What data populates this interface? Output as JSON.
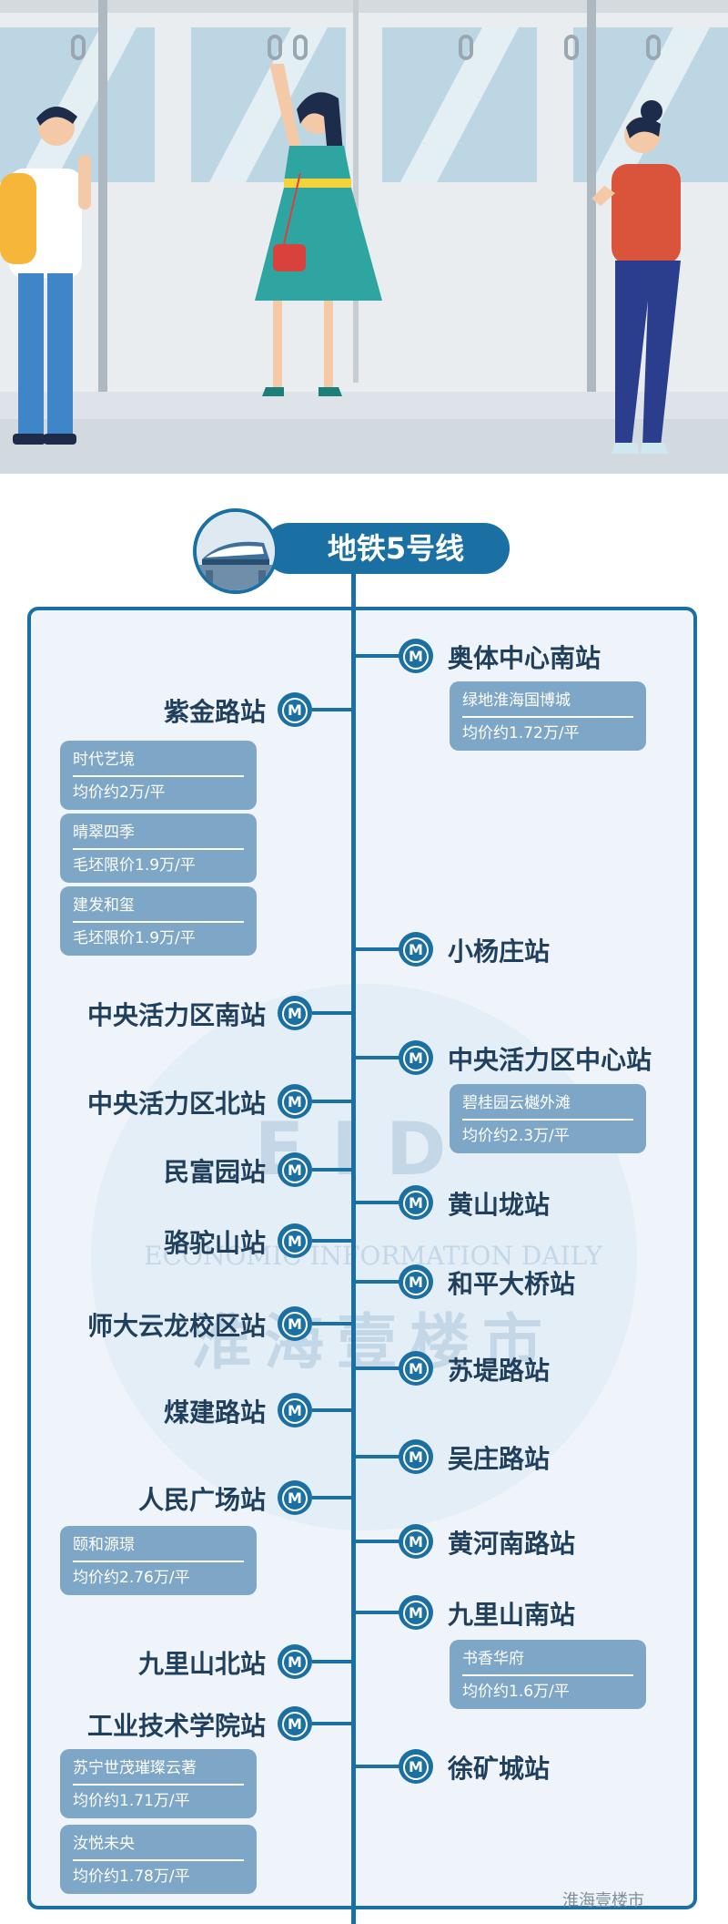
{
  "title": "地铁5号线",
  "watermark": {
    "letters": "EID",
    "english": "ECONOMIC INFORMATION DAILY",
    "chinese": "淮海壹楼市"
  },
  "footer": "淮海壹楼市",
  "metro_logo": "M",
  "left_stations": [
    {
      "name": "紫金路站",
      "cards": [
        {
          "name": "时代艺境",
          "price": "均价约2万/平"
        },
        {
          "name": "晴翠四季",
          "price": "毛坯限价1.9万/平"
        },
        {
          "name": "建发和玺",
          "price": "毛坯限价1.9万/平"
        }
      ]
    },
    {
      "name": "中央活力区南站",
      "cards": []
    },
    {
      "name": "中央活力区北站",
      "cards": []
    },
    {
      "name": "民富园站",
      "cards": []
    },
    {
      "name": "骆驼山站",
      "cards": []
    },
    {
      "name": "师大云龙校区站",
      "cards": []
    },
    {
      "name": "煤建路站",
      "cards": []
    },
    {
      "name": "人民广场站",
      "cards": [
        {
          "name": "颐和源璟",
          "price": "均价约2.76万/平"
        }
      ]
    },
    {
      "name": "九里山北站",
      "cards": []
    },
    {
      "name": "工业技术学院站",
      "cards": [
        {
          "name": "苏宁世茂璀璨云著",
          "price": "均价约1.71万/平"
        },
        {
          "name": "汝悦未央",
          "price": "均价约1.78万/平"
        }
      ]
    }
  ],
  "right_stations": [
    {
      "name": "奥体中心南站",
      "cards": [
        {
          "name": "绿地淮海国博城",
          "price": "均价约1.72万/平"
        }
      ]
    },
    {
      "name": "小杨庄站",
      "cards": []
    },
    {
      "name": "中央活力区中心站",
      "cards": [
        {
          "name": "碧桂园云樾外滩",
          "price": "均价约2.3万/平"
        }
      ]
    },
    {
      "name": "黄山垅站",
      "cards": []
    },
    {
      "name": "和平大桥站",
      "cards": []
    },
    {
      "name": "苏堤路站",
      "cards": []
    },
    {
      "name": "吴庄路站",
      "cards": []
    },
    {
      "name": "黄河南路站",
      "cards": []
    },
    {
      "name": "九里山南站",
      "cards": [
        {
          "name": "书香华府",
          "price": "均价约1.6万/平"
        }
      ]
    },
    {
      "name": "徐矿城站",
      "cards": []
    }
  ]
}
